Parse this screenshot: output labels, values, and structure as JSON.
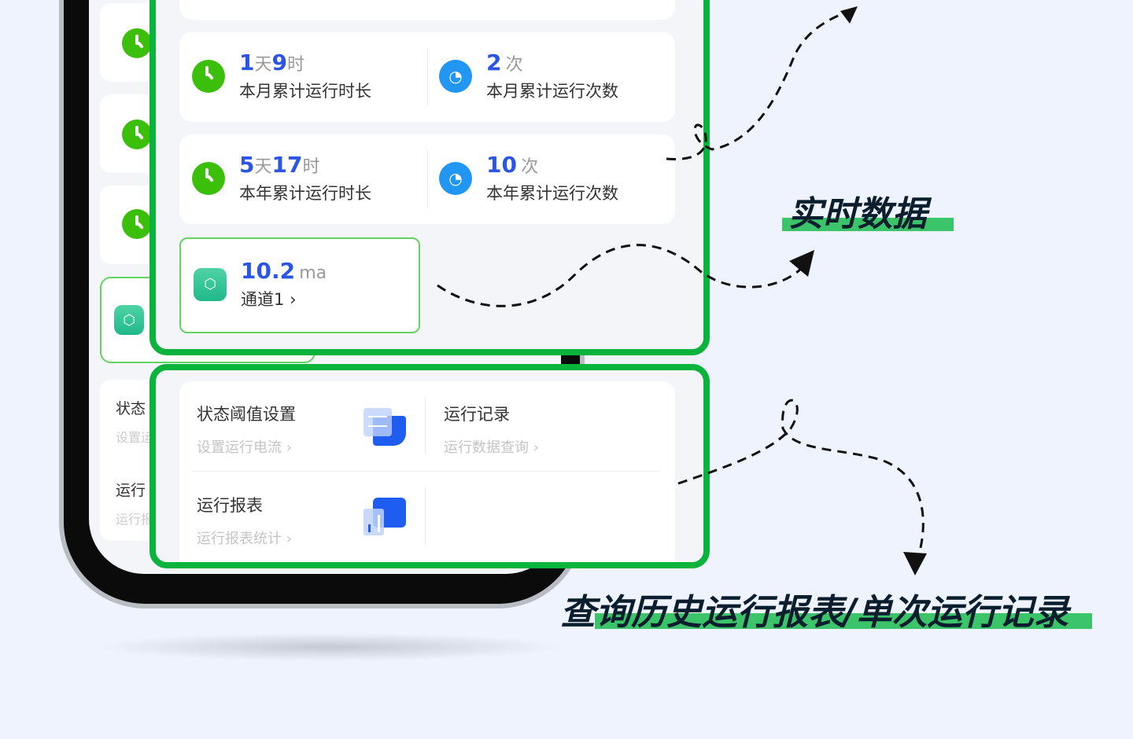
{
  "stats": [
    {
      "value1": "1",
      "unit1": "天",
      "value2": "9",
      "unit2": "时",
      "label": "本月累计运行时长",
      "icon": "clock-icon"
    },
    {
      "value1": "2",
      "unit1": "次",
      "label": "本月累计运行次数",
      "icon": "gauge-icon"
    },
    {
      "value1": "5",
      "unit1": "天",
      "value2": "17",
      "unit2": "时",
      "label": "本年累计运行时长",
      "icon": "clock-icon"
    },
    {
      "value1": "10",
      "unit1": "次",
      "label": "本年累计运行次数",
      "icon": "gauge-icon"
    }
  ],
  "channel": {
    "value": "10.2",
    "unit": "ma",
    "label": "通道1",
    "chevron": "›"
  },
  "menu": [
    {
      "title": "状态阈值设置",
      "subtitle": "设置运行电流 ›",
      "icon": "sliders-icon"
    },
    {
      "title": "运行记录",
      "subtitle": "运行数据查询 ›"
    },
    {
      "title": "运行报表",
      "subtitle": "运行报表统计 ›",
      "icon": "bar-chart-icon"
    }
  ],
  "background_menu": [
    {
      "title": "状态",
      "subtitle": "设置运"
    },
    {
      "title": "运行",
      "subtitle": "运行报"
    }
  ],
  "captions": {
    "realtime": "实时数据",
    "history": "查询历史运行报表/单次运行记录"
  },
  "colors": {
    "accent_green": "#0ab33b",
    "value_blue": "#2a55e5",
    "clock_green": "#3bbf0b"
  }
}
